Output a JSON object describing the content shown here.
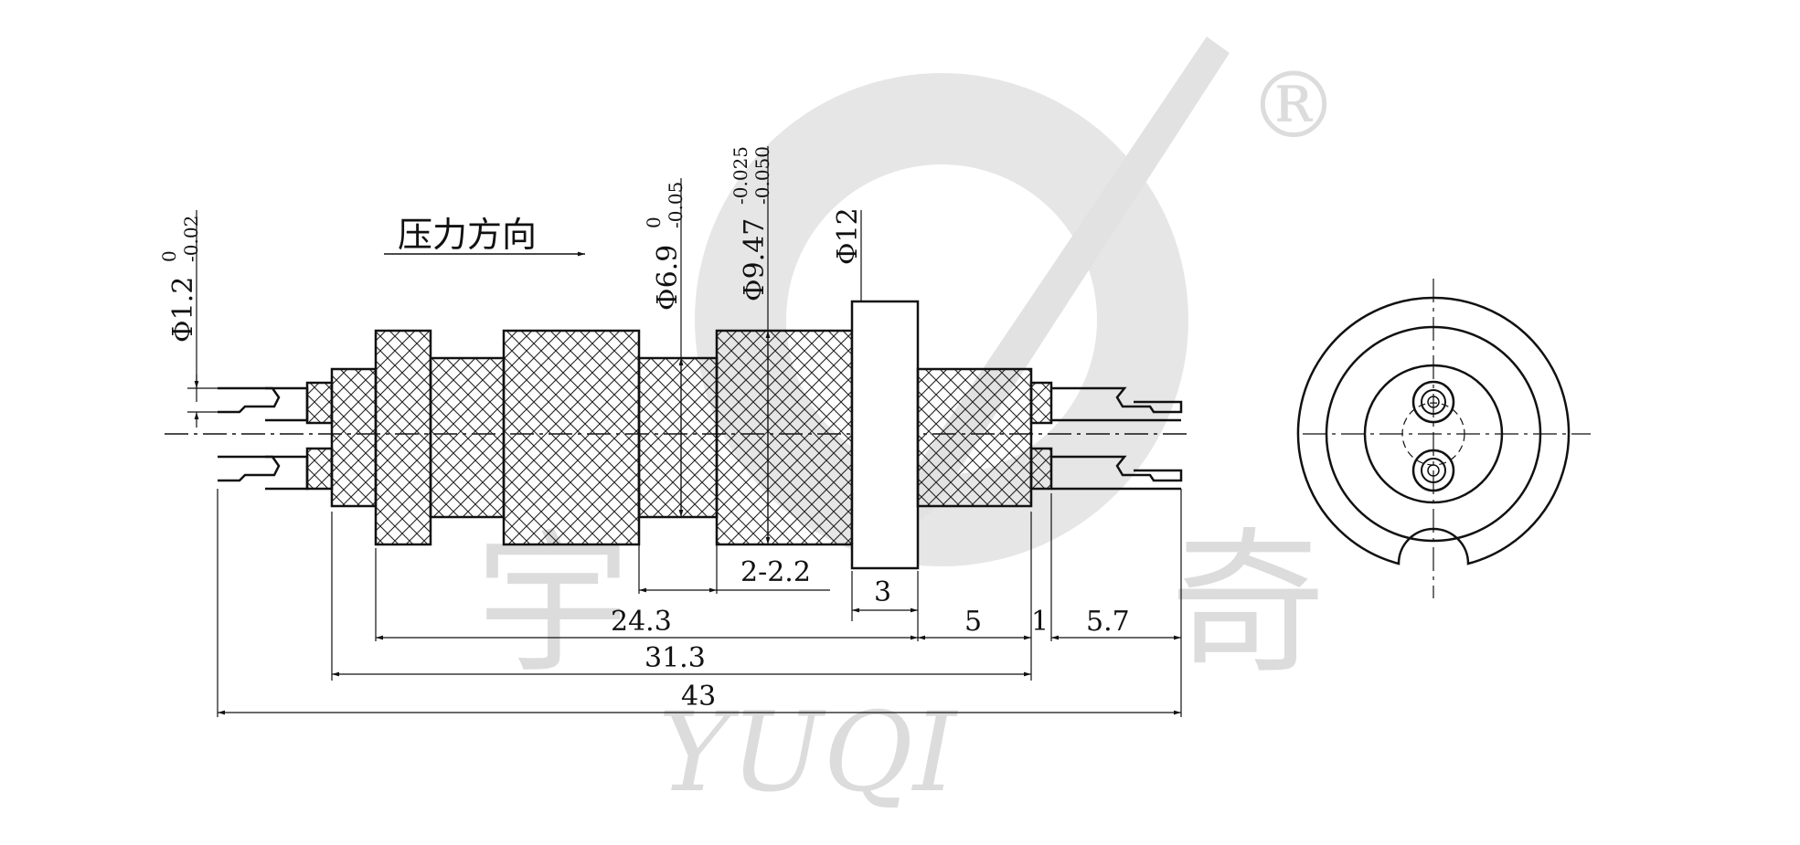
{
  "direction_label": "压力方向",
  "dims": {
    "d1": {
      "main": "Φ1.2",
      "upper": "0",
      "lower": "-0.02"
    },
    "d2": {
      "main": "Φ6.9",
      "upper": "0",
      "lower": "-0.05"
    },
    "d3": {
      "main": "Φ9.47",
      "upper": "-0.025",
      "lower": "-0.050"
    },
    "d4": {
      "main": "Φ12"
    },
    "l_22": "2-2.2",
    "l_3": "3",
    "l_243": "24.3",
    "l_5": "5",
    "l_1": "1",
    "l_57": "5.7",
    "l_313": "31.3",
    "l_43": "43"
  },
  "watermark": {
    "brand_cn_left": "宇",
    "brand_cn_right": "奇",
    "brand_en": "YUQI",
    "registered": "®",
    "color": "#dcdcdc"
  },
  "colors": {
    "line": "#111111",
    "hatch": "#222222"
  }
}
